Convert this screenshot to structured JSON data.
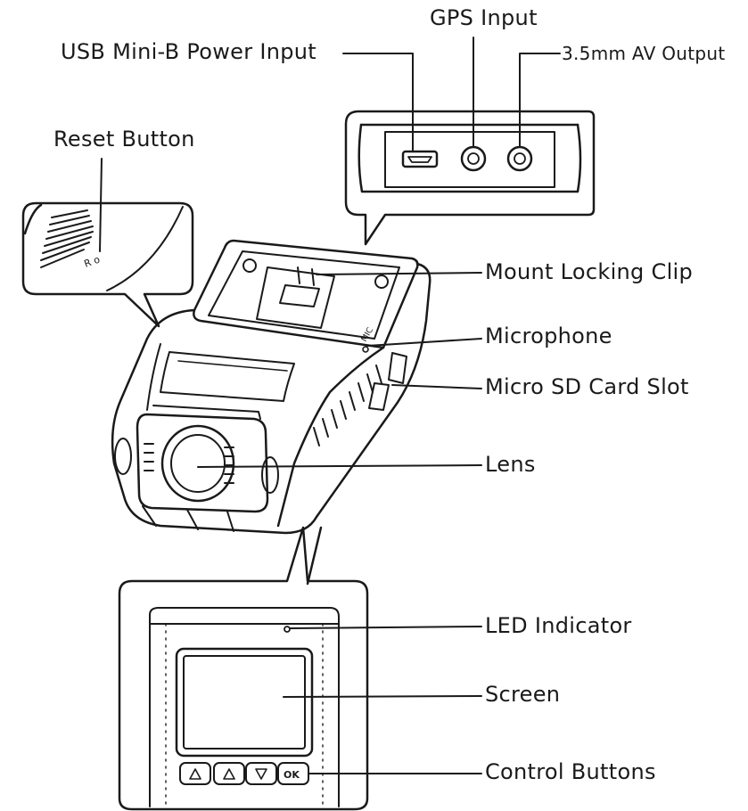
{
  "labels": {
    "gps_input": "GPS Input",
    "usb_power": "USB Mini-B Power Input",
    "av_output": "3.5mm AV Output",
    "reset_button": "Reset Button",
    "mount_clip": "Mount Locking Clip",
    "microphone": "Microphone",
    "sd_slot": "Micro SD Card Slot",
    "lens": "Lens",
    "led": "LED Indicator",
    "screen": "Screen",
    "control_buttons": "Control Buttons"
  },
  "device_marks": {
    "reset_mark": "R o",
    "mic_mark": "MIC",
    "ok_button": "OK"
  },
  "colors": {
    "line": "#1a1a1a",
    "background": "#ffffff"
  }
}
